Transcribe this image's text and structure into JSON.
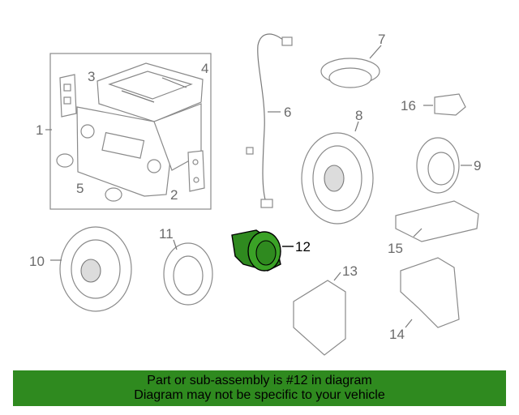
{
  "diagram": {
    "callouts": [
      {
        "id": "1",
        "label": "1"
      },
      {
        "id": "2",
        "label": "2"
      },
      {
        "id": "3",
        "label": "3"
      },
      {
        "id": "4",
        "label": "4"
      },
      {
        "id": "5",
        "label": "5"
      },
      {
        "id": "6",
        "label": "6"
      },
      {
        "id": "7",
        "label": "7"
      },
      {
        "id": "8",
        "label": "8"
      },
      {
        "id": "9",
        "label": "9"
      },
      {
        "id": "10",
        "label": "10"
      },
      {
        "id": "11",
        "label": "11"
      },
      {
        "id": "12",
        "label": "12"
      },
      {
        "id": "13",
        "label": "13"
      },
      {
        "id": "14",
        "label": "14"
      },
      {
        "id": "15",
        "label": "15"
      },
      {
        "id": "16",
        "label": "16"
      }
    ],
    "highlighted_part": "12",
    "highlight_color": "#2f8a1f"
  },
  "banner": {
    "line1": "Part or sub-assembly is #12 in diagram",
    "line2": "Diagram may not be specific to your vehicle",
    "color": "#2f8a1f"
  }
}
